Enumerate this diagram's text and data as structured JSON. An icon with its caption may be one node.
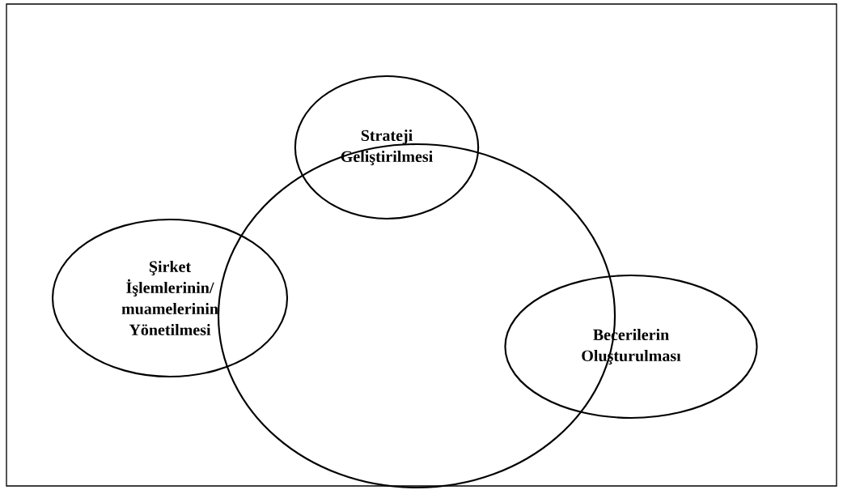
{
  "diagram": {
    "nodes": [
      {
        "text": [
          "Strateji Geliştirilmesi"
        ]
      },
      {
        "text": [],
        "shape": "circle"
      },
      {
        "text": [
          "Şirket İşlemlerinin/ muamelerinin Yönetilmesi"
        ]
      },
      {
        "text": [
          "Becerilerin Oluşturulması"
        ]
      }
    ]
  }
}
